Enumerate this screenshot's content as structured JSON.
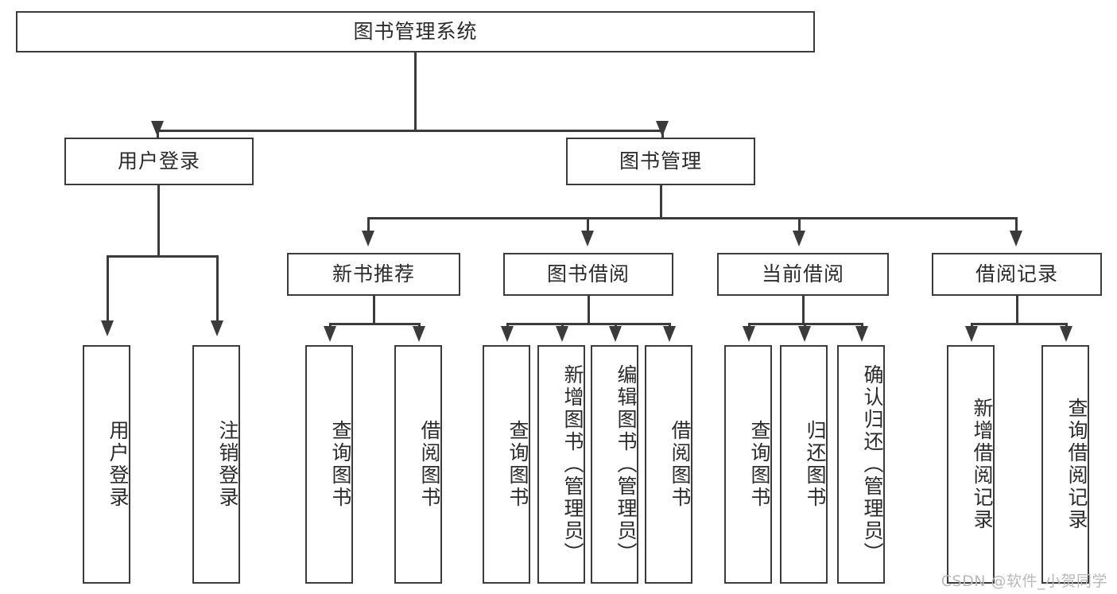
{
  "diagram": {
    "title": "图书管理系统",
    "type": "hierarchy-tree",
    "watermark": "CSDN @软件_小贺同学",
    "colors": {
      "box_border": "#3b3b3b",
      "box_fill": "#ffffff",
      "text": "#2b2b2b",
      "connector": "#3b3b3b",
      "watermark": "#b9b9b9"
    },
    "root": {
      "label": "图书管理系统"
    },
    "level2": [
      {
        "id": "user-login",
        "label": "用户登录"
      },
      {
        "id": "book-management",
        "label": "图书管理"
      }
    ],
    "level3": [
      {
        "id": "new-book-recommend",
        "label": "新书推荐",
        "parent": "book-management"
      },
      {
        "id": "book-borrow",
        "label": "图书借阅",
        "parent": "book-management"
      },
      {
        "id": "current-borrow",
        "label": "当前借阅",
        "parent": "book-management"
      },
      {
        "id": "borrow-record",
        "label": "借阅记录",
        "parent": "book-management"
      }
    ],
    "leaves": {
      "user-login": [
        {
          "id": "leaf-user-login",
          "label": "用户登录"
        },
        {
          "id": "leaf-user-logout",
          "label": "注销登录"
        }
      ],
      "new-book-recommend": [
        {
          "id": "leaf-query-book-1",
          "label": "查询图书"
        },
        {
          "id": "leaf-borrow-book-1",
          "label": "借阅图书"
        }
      ],
      "book-borrow": [
        {
          "id": "leaf-query-book-2",
          "label": "查询图书"
        },
        {
          "id": "leaf-add-book",
          "label": "新增图书（管理员）"
        },
        {
          "id": "leaf-edit-book",
          "label": "编辑图书（管理员）"
        },
        {
          "id": "leaf-borrow-book-2",
          "label": "借阅图书"
        }
      ],
      "current-borrow": [
        {
          "id": "leaf-query-book-3",
          "label": "查询图书"
        },
        {
          "id": "leaf-return-book",
          "label": "归还图书"
        },
        {
          "id": "leaf-confirm-return",
          "label": "确认归还（管理员）"
        }
      ],
      "borrow-record": [
        {
          "id": "leaf-add-record",
          "label": "新增借阅记录"
        },
        {
          "id": "leaf-query-record",
          "label": "查询借阅记录"
        }
      ]
    }
  }
}
